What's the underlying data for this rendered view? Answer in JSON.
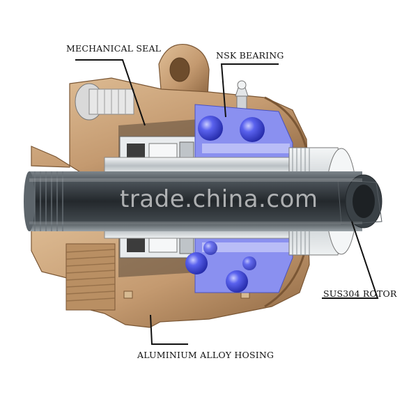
{
  "labels": {
    "mechanical_seal": "MECHANICAL SEAL",
    "bearing": "NSK BEARING",
    "rotor": "SUS304 ROTOR",
    "housing": "ALUMINIUM ALLOY HOSING"
  },
  "watermark": "trade.china.com",
  "colors": {
    "housing": "#c9a27a",
    "housing_shadow": "#8a6540",
    "shaft": "#2f3438",
    "steel": "#d8dcde",
    "bearing_ball": "#4a52e0",
    "bearing_cage": "#8a90f0"
  }
}
